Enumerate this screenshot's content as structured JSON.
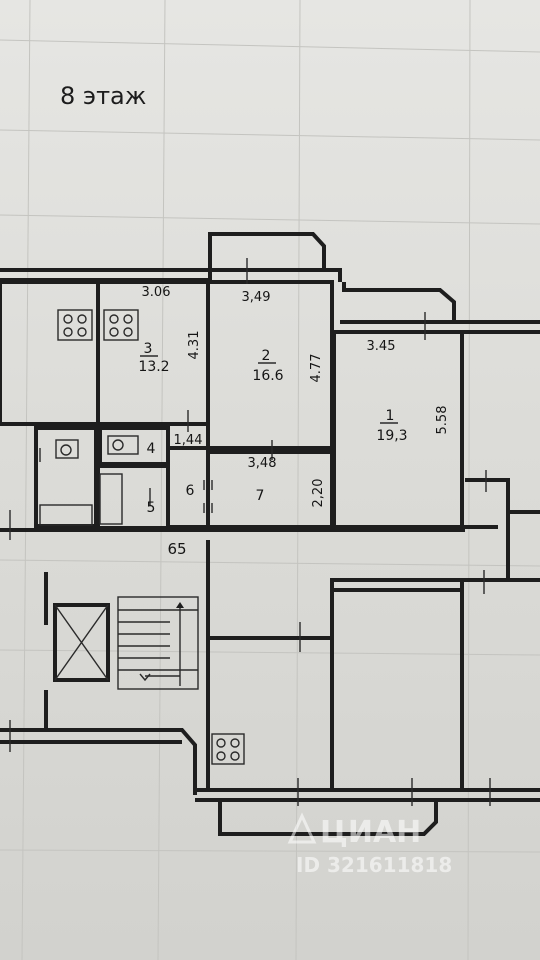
{
  "floor_title": "8 этаж",
  "rooms": [
    {
      "number": "1",
      "area": "19,3"
    },
    {
      "number": "2",
      "area": "16.6"
    },
    {
      "number": "3",
      "area": "13.2"
    },
    {
      "number": "4"
    },
    {
      "number": "5"
    },
    {
      "number": "6"
    },
    {
      "number": "7"
    }
  ],
  "dimensions": {
    "room3_width": "3.06",
    "room3_depth": "4.31",
    "room2_width": "3,49",
    "room2_depth": "4.77",
    "room1_width": "3.45",
    "room1_depth": "5.58",
    "room4_width": "1,44",
    "room7_width": "3,48",
    "room7_depth": "2,20",
    "corridor_mark": "65"
  },
  "watermark": {
    "brand": "ЦИАН",
    "id_text": "ID 321611818"
  },
  "colors": {
    "paper": "#dcdcd9",
    "ink": "#1e1e1e"
  }
}
